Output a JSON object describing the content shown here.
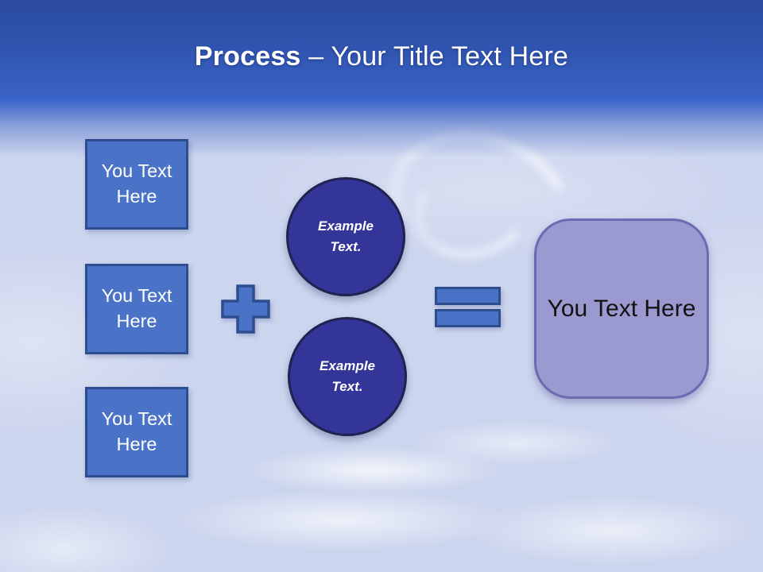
{
  "title": {
    "prefix": "Process",
    "suffix": " – Your Title Text Here"
  },
  "inputs": [
    {
      "label": "You Text Here"
    },
    {
      "label": "You Text Here"
    },
    {
      "label": "You Text Here"
    }
  ],
  "examples": [
    {
      "label": "Example Text."
    },
    {
      "label": "Example Text."
    }
  ],
  "result": {
    "label": "You Text Here"
  },
  "icons": {
    "plus": "plus-shape",
    "equals": "equals-shape",
    "swirl": "cloud-swirl"
  },
  "colors": {
    "banner_top": "#2b4a9f",
    "banner_bottom": "#3c66c9",
    "background_sky": "#ccd5ee",
    "input_box_fill": "#4a73c7",
    "input_box_border": "#2e4d8f",
    "circle_fill": "#333599",
    "circle_border": "#20224f",
    "result_fill": "#9b9ad0",
    "result_border": "#6b6ab2",
    "title_text": "#ffffff",
    "result_text": "#121212"
  }
}
